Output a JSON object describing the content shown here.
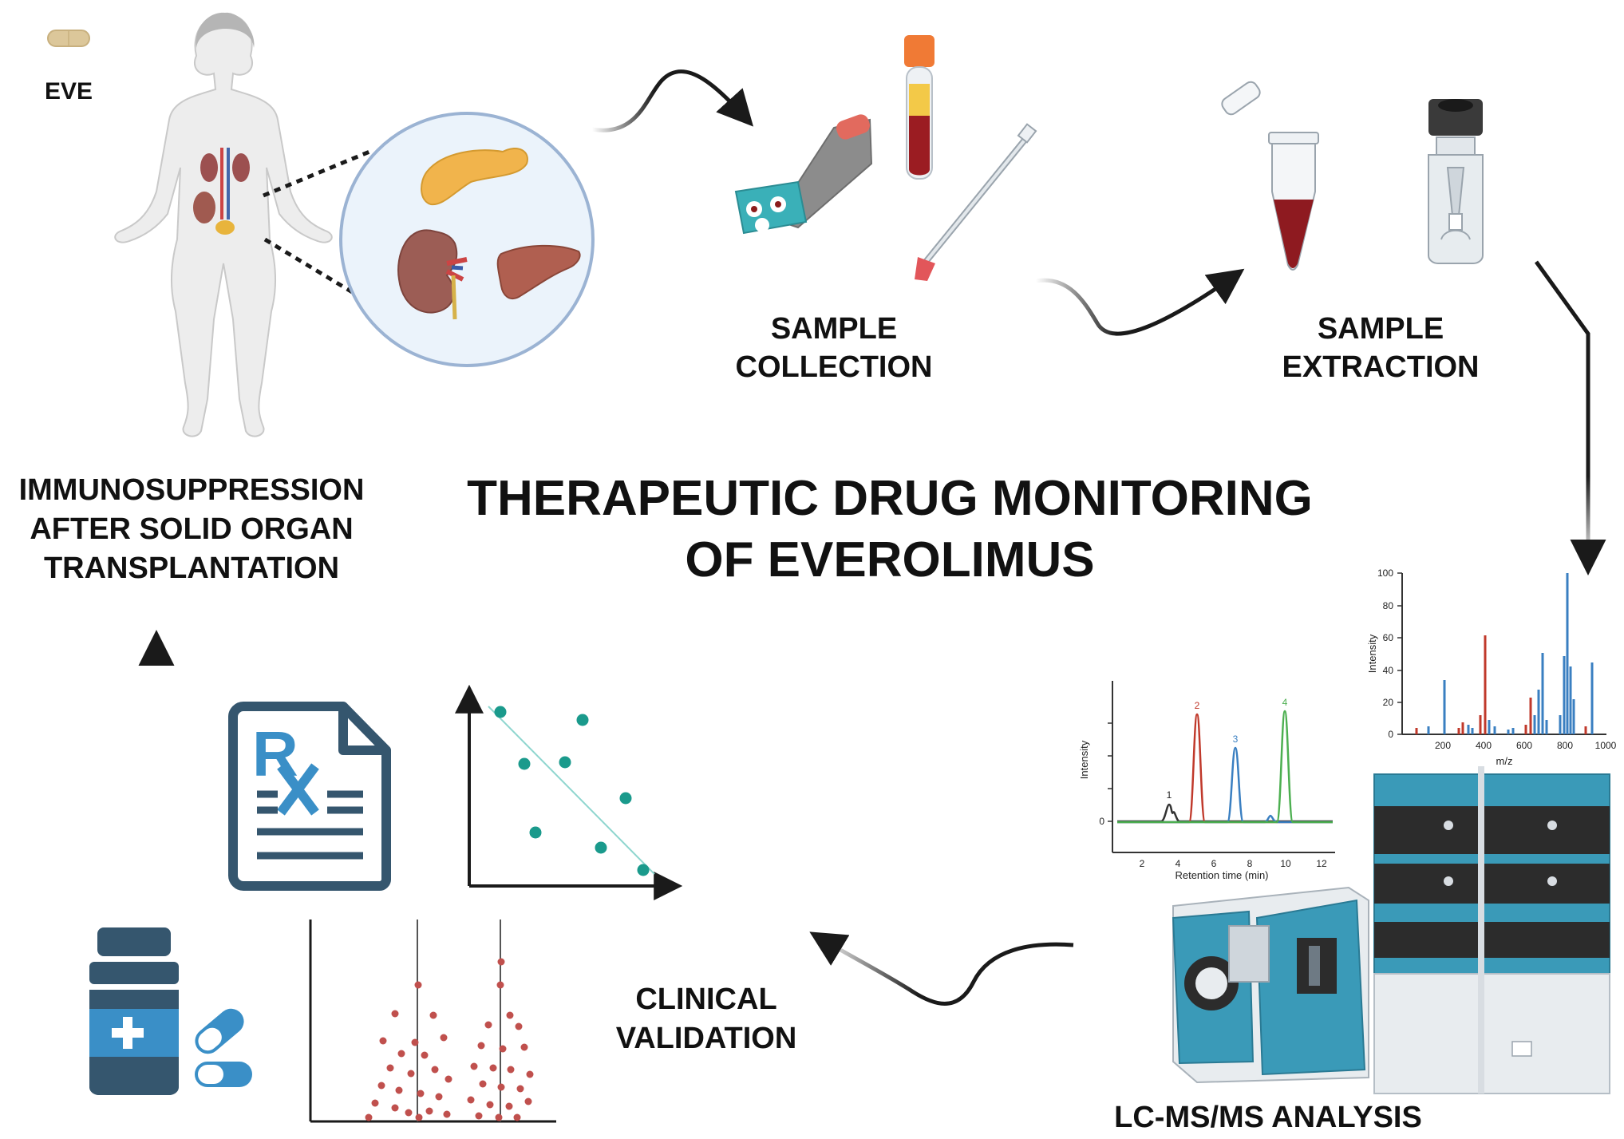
{
  "title": {
    "line1": "THERAPEUTIC DRUG MONITORING",
    "line2": "OF EVEROLIMUS"
  },
  "drug": {
    "label": "EVE"
  },
  "steps": {
    "immunosuppression": {
      "line1": "IMMUNOSUPPRESSION",
      "line2": "AFTER SOLID ORGAN",
      "line3": "TRANSPLANTATION"
    },
    "collection": {
      "line1": "SAMPLE",
      "line2": "COLLECTION"
    },
    "extraction": {
      "line1": "SAMPLE",
      "line2": "EXTRACTION"
    },
    "analysis": {
      "line1": "LC-MS/MS ANALYSIS"
    },
    "validation": {
      "line1": "CLINICAL",
      "line2": "VALIDATION"
    }
  },
  "chromatogram": {
    "xlabel": "Retention time (min)",
    "ylabel": "Intensity",
    "x_ticks": [
      "2",
      "4",
      "6",
      "8",
      "10",
      "12"
    ],
    "y_ticks": [
      "0"
    ],
    "peak_labels": [
      "1",
      "2",
      "3",
      "4"
    ],
    "colors": [
      "#333333",
      "#c0392b",
      "#3a7fc1",
      "#4caf50"
    ]
  },
  "mass_spectrum": {
    "xlabel": "m/z",
    "ylabel": "Intensity",
    "x_ticks": [
      "200",
      "400",
      "600",
      "800",
      "1000"
    ],
    "y_ticks": [
      "0",
      "20",
      "40",
      "60",
      "80",
      "100"
    ],
    "colors": [
      "#3a7fc1",
      "#c0392b"
    ]
  },
  "colors": {
    "dark_blue": "#35566e",
    "light_blue": "#3a8fc7",
    "teal": "#1a9a8c",
    "dot_red": "#c0504d",
    "instrument_teal": "#3a9ab8",
    "arrow": "#1a1a1a"
  }
}
